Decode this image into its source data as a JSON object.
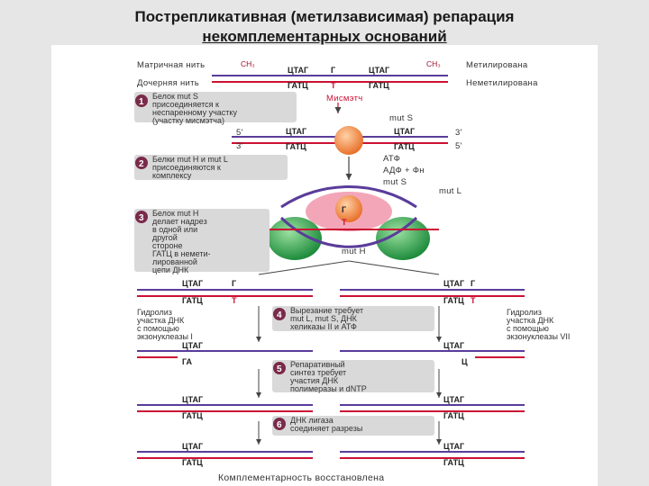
{
  "title_line1": "Пострепликативная (метилзависимая) репарация",
  "title_line2": "некомплементарных оснований",
  "header": {
    "template_strand": "Матричная нить",
    "daughter_strand": "Дочерняя нить",
    "methylated": "Метилирована",
    "unmethylated": "Неметилирована",
    "ch3": "CH₃",
    "top_seq": "ЦТАГ",
    "bottom_seq": "ГАТЦ",
    "g": "Г",
    "t": "Т",
    "five": "5'",
    "three": "3'",
    "mismatch": "Мисмэтч",
    "mut_s": "mut S",
    "mut_l": "mut L",
    "mut_h": "mut H",
    "atf": "АТФ",
    "adf": "АДФ + Фн"
  },
  "steps": [
    {
      "num": "1",
      "lines": [
        "Белок mut S",
        "присоединяется к",
        "неспаренному участку",
        "(участку мисмэтча)"
      ]
    },
    {
      "num": "2",
      "lines": [
        "Белки mut H и mut L",
        "присоединяются к",
        "комплексу"
      ]
    },
    {
      "num": "3",
      "lines": [
        "Белок mut H",
        "делает надрез",
        "в одной или",
        "другой",
        "стороне",
        "ГАТЦ в немети-",
        "лированной",
        "цепи ДНК"
      ]
    },
    {
      "num": "4",
      "lines": [
        "Вырезание требует",
        "mut L, mut S, ДНК",
        "хеликазы II и АТФ"
      ]
    },
    {
      "num": "5",
      "lines": [
        "Репаративный",
        "синтез требует",
        "участия ДНК",
        "полимеразы и dNTP"
      ]
    },
    {
      "num": "6",
      "lines": [
        "ДНК лигаза",
        "соединяет разрезы"
      ]
    }
  ],
  "hydrolysis_left": [
    "Гидролиз",
    "участка ДНК",
    "с помощью",
    "экзонуклеазы I"
  ],
  "hydrolysis_right": [
    "Гидролиз",
    "участка ДНК",
    "с помощью",
    "экзонуклеазы VII"
  ],
  "bottom_label": "Комплементарность восстановлена",
  "row_labels": {
    "ga": "ГА",
    "ts": "Ц",
    "tts": "Ц"
  }
}
